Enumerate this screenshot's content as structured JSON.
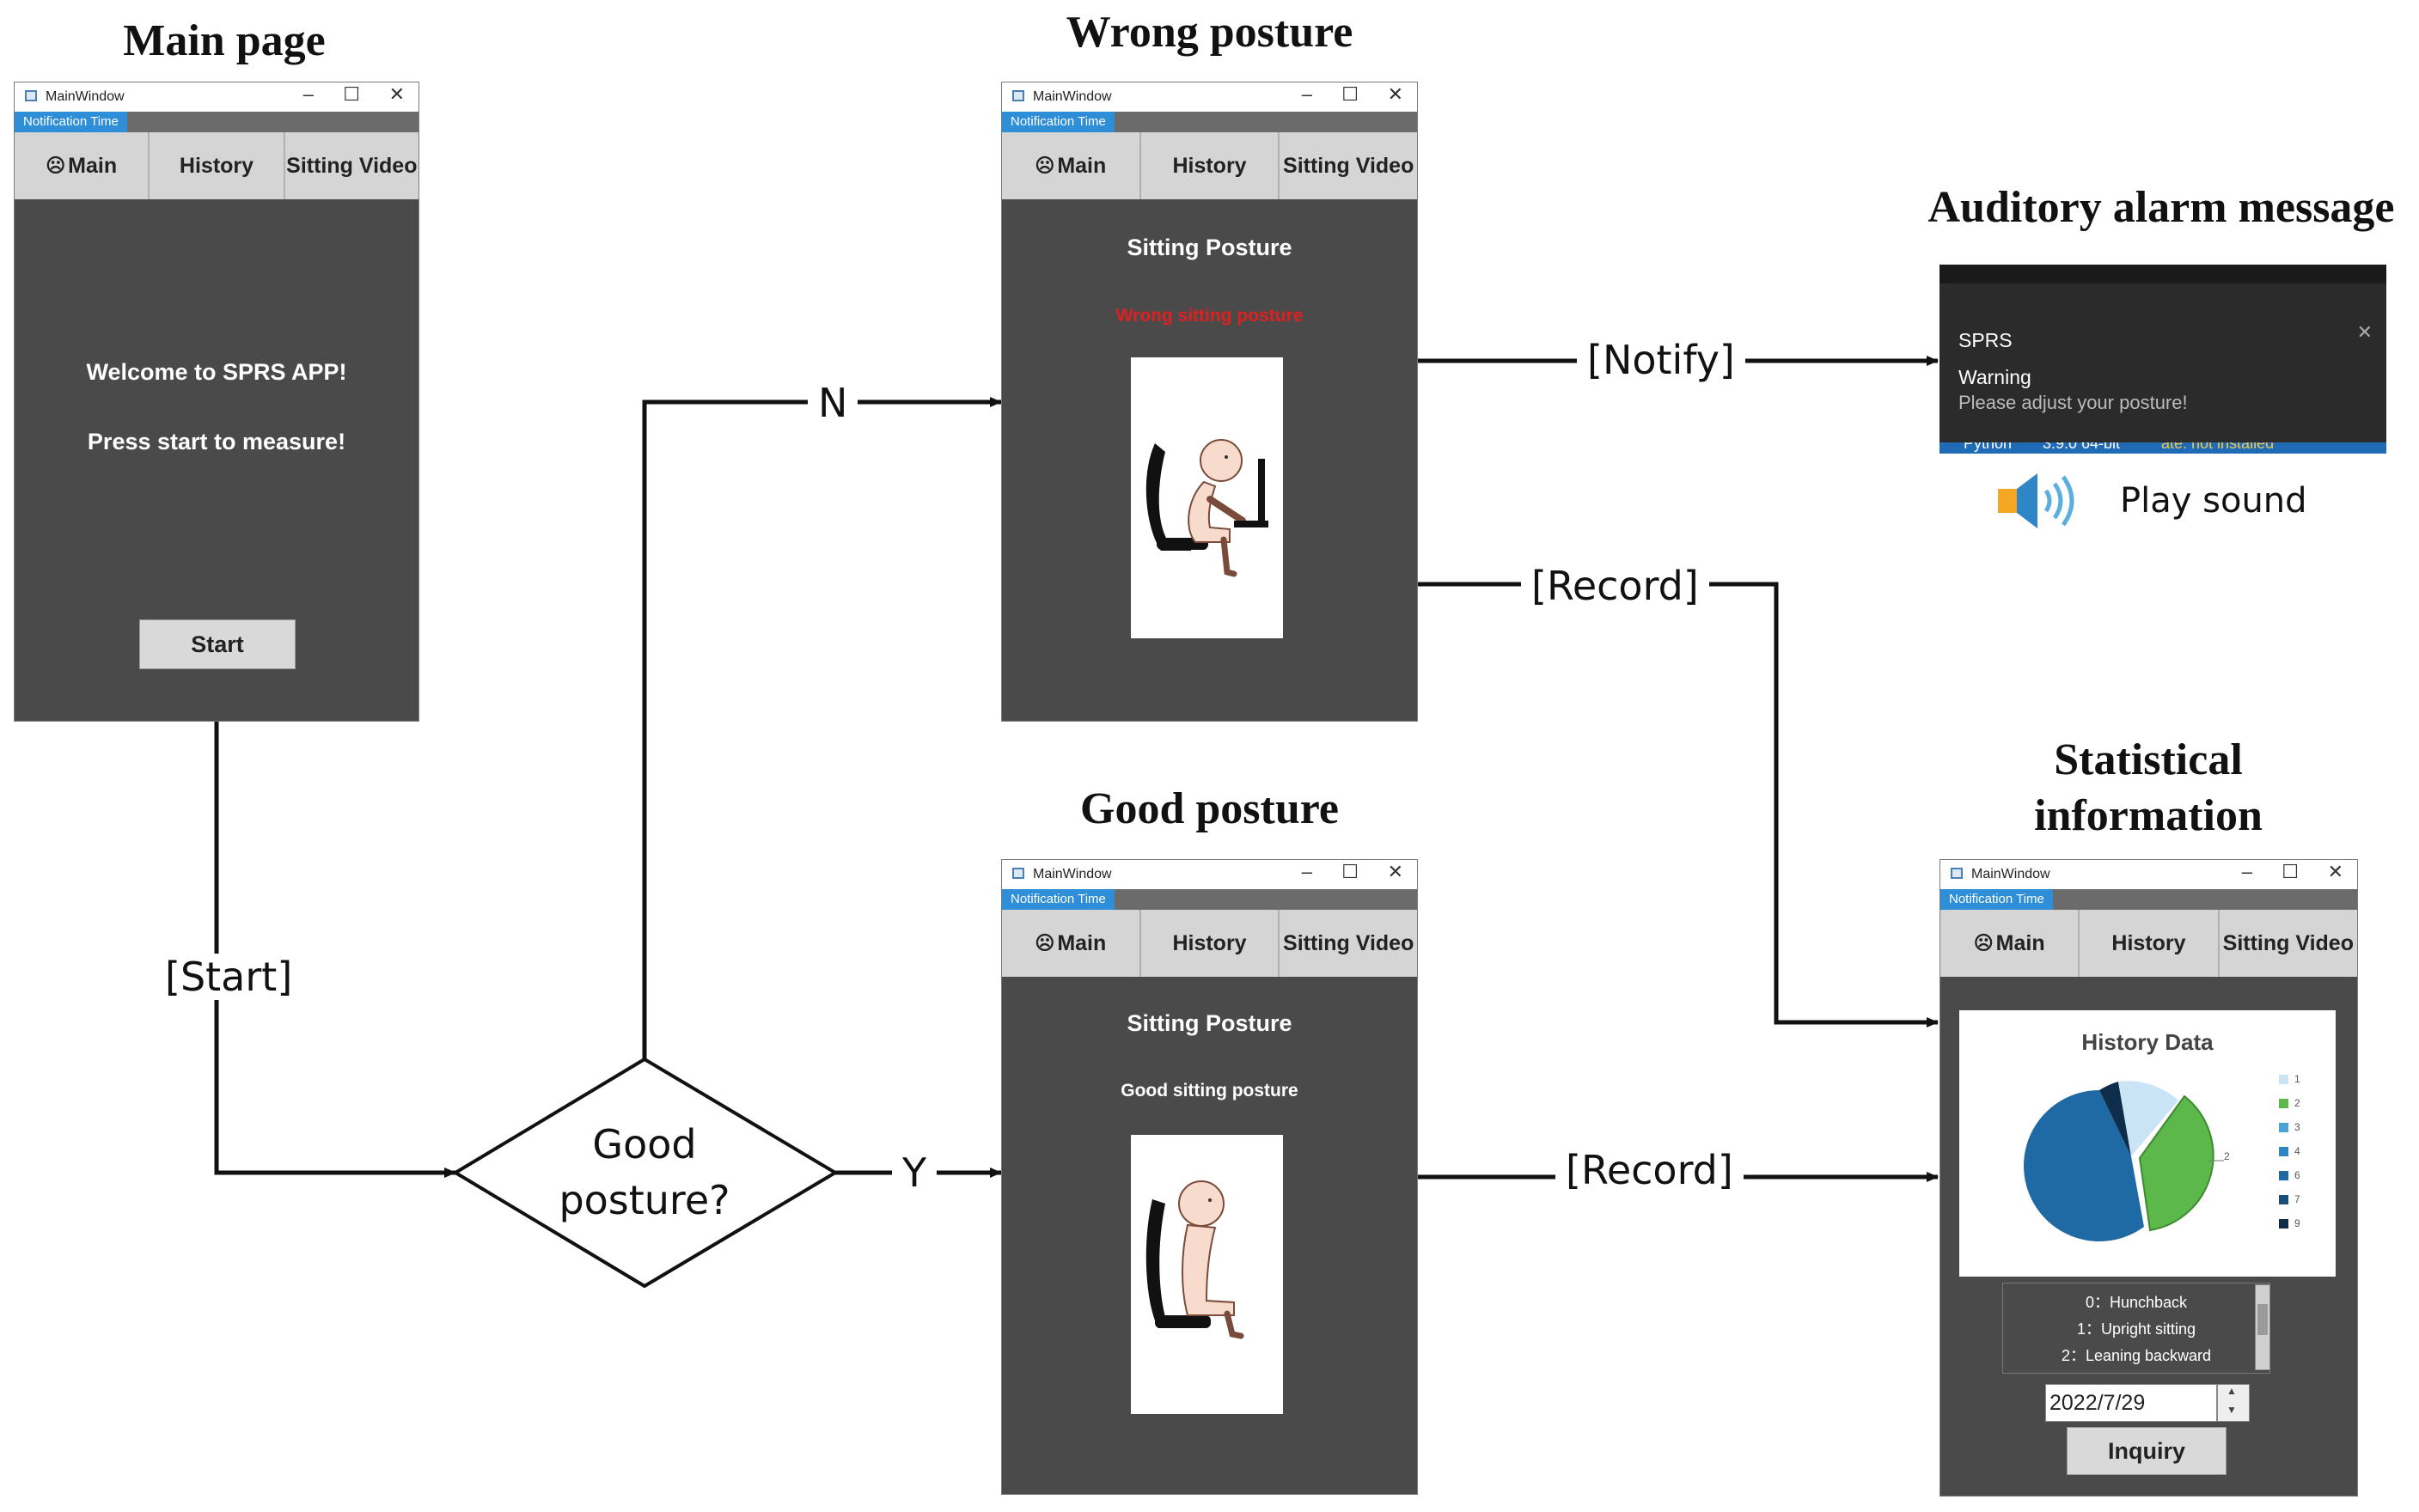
{
  "titles": {
    "main_page": "Main page",
    "wrong_posture": "Wrong posture",
    "good_posture": "Good posture",
    "auditory": "Auditory alarm message",
    "statistical_line1": "Statistical",
    "statistical_line2": "information"
  },
  "edges": {
    "start": "[Start]",
    "no": "N",
    "yes": "Y",
    "notify": "[Notify]",
    "record_wrong": "[Record]",
    "record_good": "[Record]"
  },
  "decision": {
    "line1": "Good",
    "line2": "posture?"
  },
  "window": {
    "title": "MainWindow",
    "notification_tab": "Notification Time",
    "tabs": {
      "main": "Main",
      "history": "History",
      "video": "Sitting Video"
    }
  },
  "main_page": {
    "welcome": "Welcome to SPRS APP!",
    "instruction": "Press start to measure!",
    "start_button": "Start"
  },
  "wrong_page": {
    "heading": "Sitting Posture",
    "status": "Wrong sitting posture"
  },
  "good_page": {
    "heading": "Sitting Posture",
    "status": "Good sitting posture"
  },
  "toast": {
    "app": "SPRS",
    "title": "Warning",
    "message": "Please adjust your posture!",
    "taskbar_fragment_1": "Python",
    "taskbar_fragment_2": "3.9.0 64-bit",
    "taskbar_fragment_3": "ate: not installed"
  },
  "sound": {
    "label": "Play sound"
  },
  "stats": {
    "chart_title": "History Data",
    "slice_label": "2",
    "legend": [
      "1",
      "2",
      "3",
      "4",
      "6",
      "7",
      "9"
    ],
    "codes": [
      "0：Hunchback",
      "1：Upright sitting",
      "2：Leaning backward"
    ],
    "date": "2022/7/29",
    "inquiry_button": "Inquiry"
  },
  "colors": {
    "panel": "#4a4a4a",
    "accent": "#2e8ed8",
    "warning_text": "#e02020",
    "pie_dark_blue": "#1f6aa5",
    "pie_green": "#5cb84a",
    "pie_light_blue": "#c9e4f5",
    "pie_navy": "#0d2d4a"
  },
  "icons": {
    "speaker": "speaker-icon",
    "avatar": "user-circle-icon",
    "close": "close-icon"
  }
}
